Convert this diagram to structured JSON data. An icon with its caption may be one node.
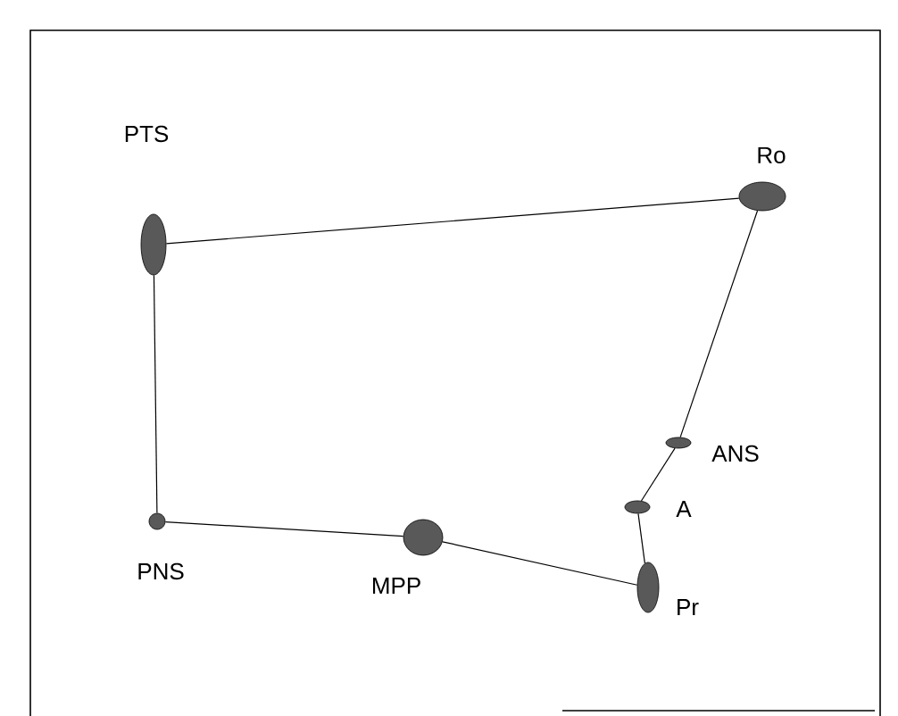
{
  "diagram": {
    "nodes": [
      {
        "text": [
          "PTS"
        ]
      },
      {
        "text": [
          "Ro"
        ]
      },
      {
        "text": [
          "PNS"
        ]
      },
      {
        "text": [
          "MPP"
        ]
      },
      {
        "text": [
          "ANS"
        ]
      },
      {
        "text": [
          "A"
        ]
      },
      {
        "text": [
          "Pr"
        ]
      }
    ],
    "edges": [
      {
        "from": 0,
        "to": 1,
        "arrow": "none"
      },
      {
        "from": 0,
        "to": 2,
        "arrow": "none"
      },
      {
        "from": 2,
        "to": 3,
        "arrow": "none"
      },
      {
        "from": 3,
        "to": 6,
        "arrow": "none"
      },
      {
        "from": 6,
        "to": 5,
        "arrow": "none"
      },
      {
        "from": 5,
        "to": 4,
        "arrow": "none"
      },
      {
        "from": 4,
        "to": 1,
        "arrow": "none"
      }
    ]
  }
}
